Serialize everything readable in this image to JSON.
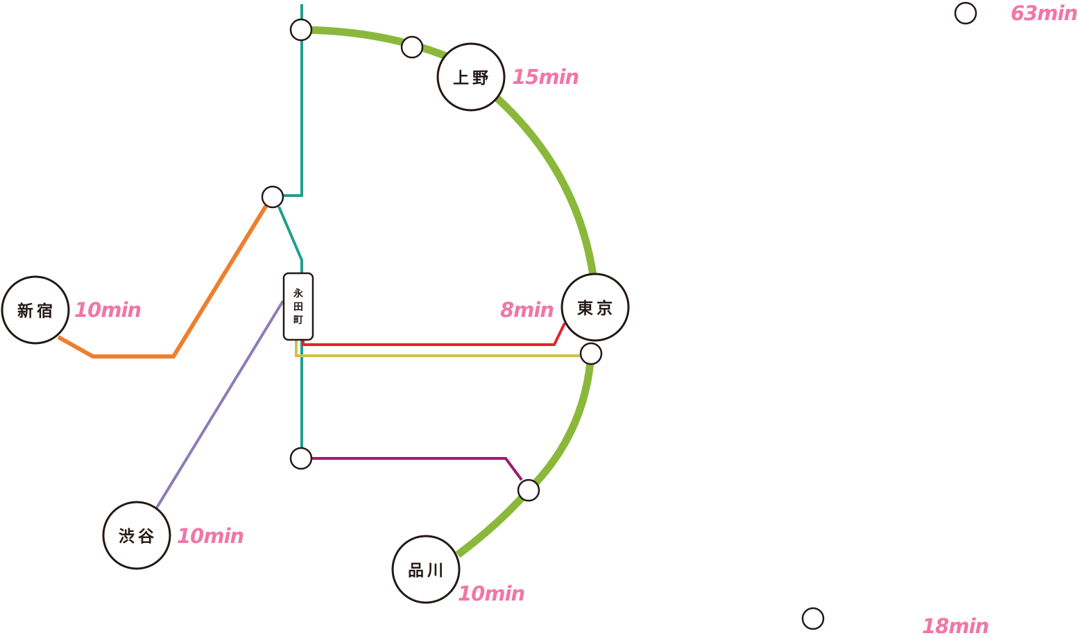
{
  "colors": {
    "yamanote": "#8ab83b",
    "chuo": "#ee7f2d",
    "hanzomon": "#8b7cb5",
    "namboku": "#1f9f8c",
    "marunouchi": "#e0262a",
    "yurakucho": "#d4bf45",
    "nanboku_purple": "#a3196e",
    "time_text": "#f077a5",
    "station_stroke": "#231815"
  },
  "stations": {
    "ueno": "上野",
    "tokyo": "東京",
    "shinagawa": "品川",
    "shinjuku": "新宿",
    "shibuya": "渋谷",
    "nagatacho": [
      "永",
      "田",
      "町"
    ]
  },
  "times": {
    "ueno": "15min",
    "tokyo": "8min",
    "shinagawa": "10min",
    "shinjuku": "10min",
    "shibuya": "10min",
    "top_right": "63min",
    "bottom_right": "18min"
  }
}
